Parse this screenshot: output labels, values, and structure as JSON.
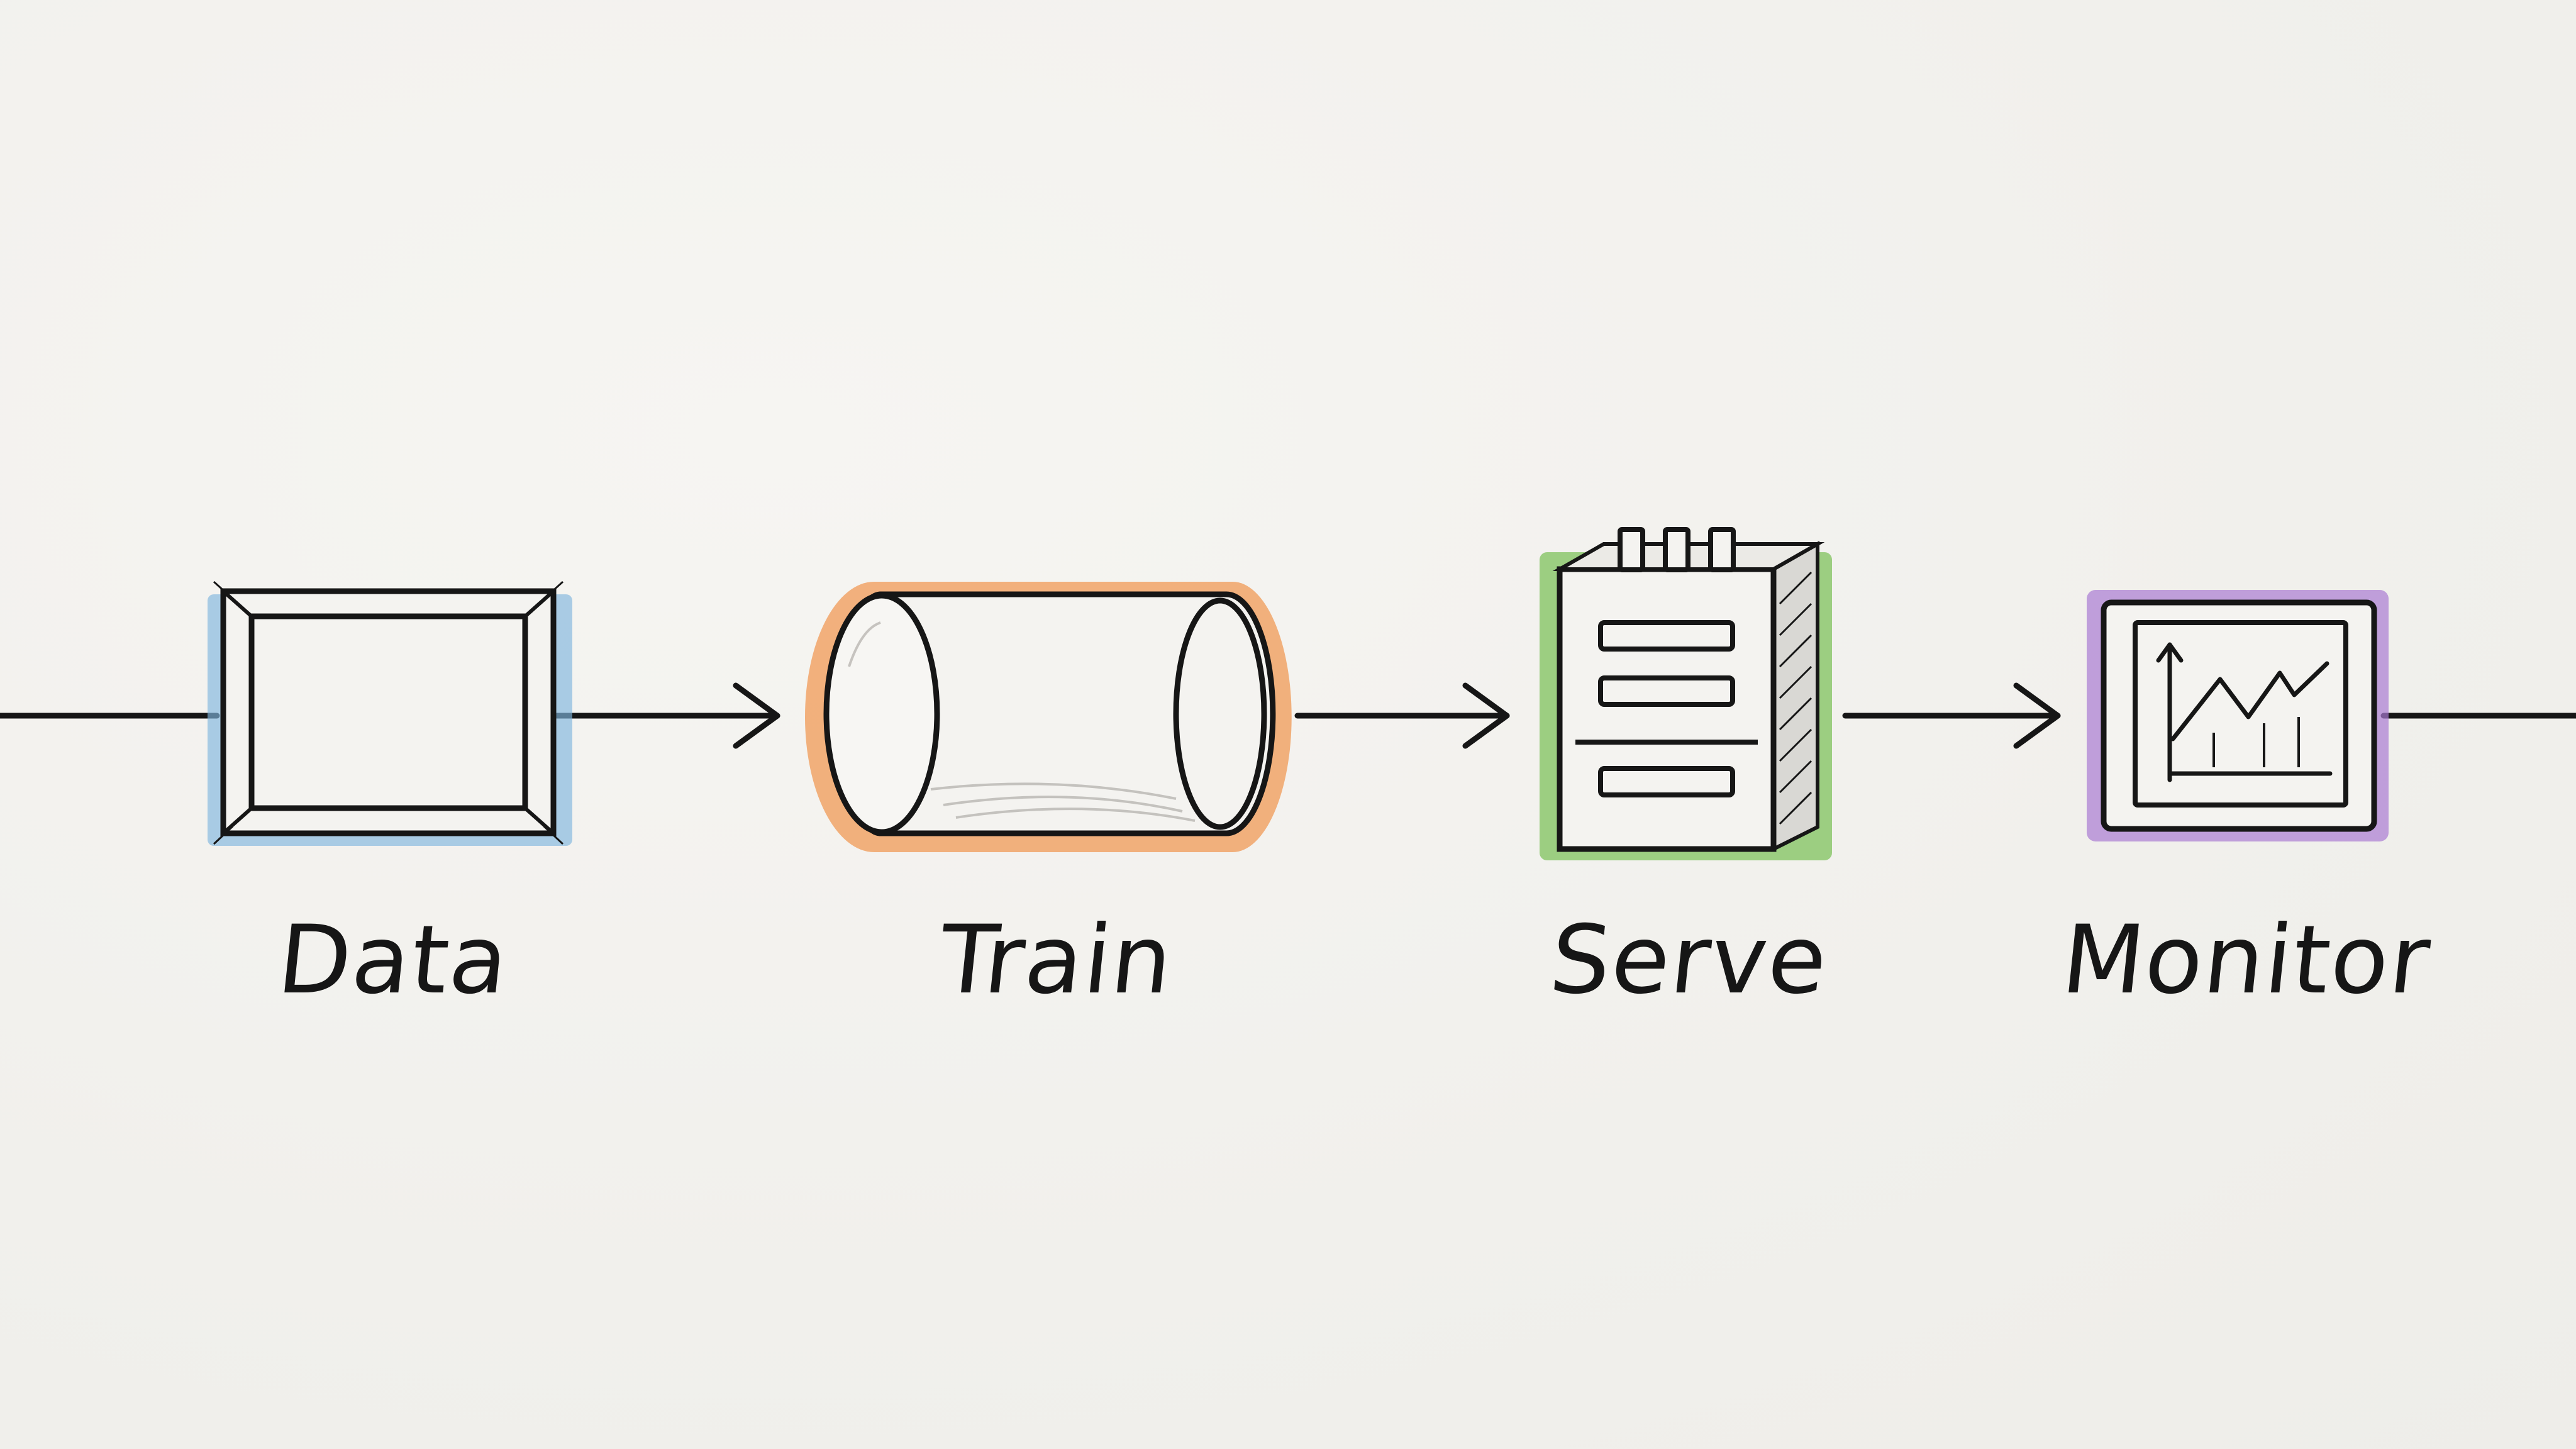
{
  "stages": [
    {
      "label": "Data",
      "color": "#7fb6dd",
      "icon": "frame-icon"
    },
    {
      "label": "Train",
      "color": "#f09a55",
      "icon": "cylinder-icon"
    },
    {
      "label": "Serve",
      "color": "#7fc25c",
      "icon": "server-icon"
    },
    {
      "label": "Monitor",
      "color": "#a97ad3",
      "icon": "monitor-chart-icon"
    }
  ],
  "connector_color": "#161616"
}
